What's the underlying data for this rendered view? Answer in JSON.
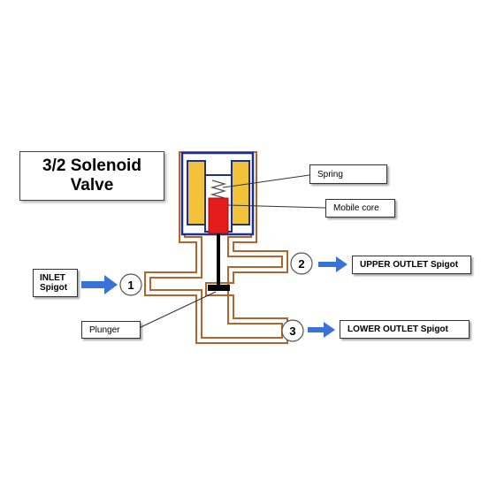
{
  "title": {
    "line1": "3/2 Solenoid",
    "line2": "Valve"
  },
  "labels": {
    "spring": "Spring",
    "mobile_core": "Mobile core",
    "inlet_line1": "INLET",
    "inlet_line2": "Spigot",
    "plunger": "Plunger",
    "upper_outlet": "UPPER OUTLET Spigot",
    "lower_outlet": "LOWER OUTLET Spigot"
  },
  "ports": {
    "inlet": "1",
    "upper_outlet": "2",
    "lower_outlet": "3"
  },
  "colors": {
    "pipe_wall": "#b5652b",
    "coil_frame": "#1f2f8f",
    "coil": "#f2c33a",
    "mobile_core": "#e31b1b",
    "plunger": "#000000",
    "arrow": "#3a73d8"
  }
}
